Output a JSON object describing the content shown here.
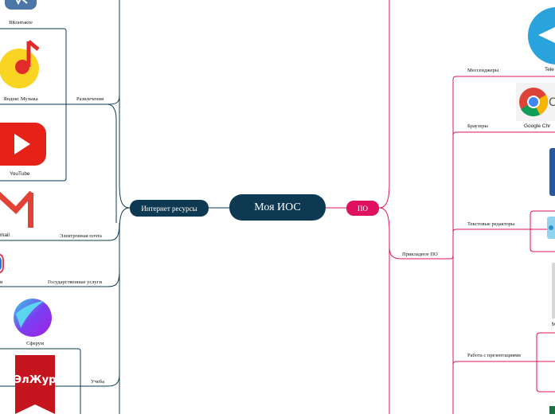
{
  "central": {
    "title": "Моя ИОС"
  },
  "left_branch": {
    "title": "Интернет ресурсы",
    "groups": [
      {
        "label": "Развлечения"
      },
      {
        "label": "Электронная почта"
      },
      {
        "label": "Государственные услуги"
      },
      {
        "label": "Учеба"
      }
    ],
    "items": [
      {
        "caption": "ВКонтакте",
        "icon": "vk-icon"
      },
      {
        "caption": "Яндекс Музыка",
        "icon": "yandex-music-icon"
      },
      {
        "caption": "YouTube",
        "icon": "youtube-icon"
      },
      {
        "caption": "mail",
        "icon": "gmail-icon"
      },
      {
        "caption": "и",
        "icon": "gosuslugi-icon"
      },
      {
        "caption": "Сферум",
        "icon": "sferum-icon"
      },
      {
        "caption": "ЭлЖур",
        "icon": "eljur-icon"
      }
    ]
  },
  "right_branch": {
    "title": "ПО",
    "subgroup": "Прикладное ПО",
    "groups": [
      {
        "label": "Мессенджеры"
      },
      {
        "label": "Браузеры"
      },
      {
        "label": "Текстовые редакторы"
      },
      {
        "label": "Работа с презентациями"
      }
    ],
    "items": [
      {
        "caption": "Tele",
        "icon": "telegram-icon"
      },
      {
        "caption": "Google Chr",
        "icon": "google-chrome-icon"
      },
      {
        "caption": "M",
        "icon": "word-icon"
      }
    ]
  },
  "colors": {
    "dark_node": "#0d3a52",
    "accent_node": "#e0115f",
    "left_lines": "#0d3a52",
    "right_lines": "#e0115f"
  }
}
